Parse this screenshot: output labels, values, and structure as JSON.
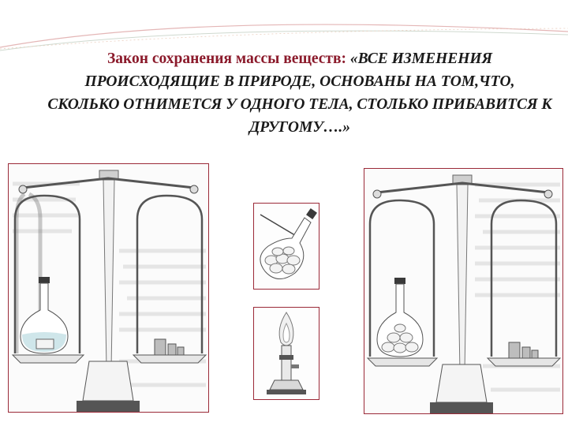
{
  "slide": {
    "title_lead": "Закон сохранения массы веществ:",
    "title_quote": "«ВСЕ ИЗМЕНЕНИЯ ПРОИСХОДЯЩИЕ В ПРИРОДЕ, ОСНОВАНЫ НА ТОМ,ЧТО, СКОЛЬКО ОТНИМЕТСЯ У ОДНОГО ТЕЛА, СТОЛЬКО ПРИБАВИТСЯ К ДРУГОМУ….»"
  },
  "colors": {
    "accent": "#8b1a2b",
    "frame": "#9b2a38",
    "glass_liquid": "#cfe6ea"
  },
  "figures": [
    {
      "name": "balance-with-liquid-flask",
      "icon": "balance-scale-icon"
    },
    {
      "name": "sealed-flask-with-lumps",
      "icon": "flask-icon"
    },
    {
      "name": "burner-flame",
      "icon": "burner-icon"
    },
    {
      "name": "balance-with-lump-flask",
      "icon": "balance-scale-icon"
    }
  ]
}
